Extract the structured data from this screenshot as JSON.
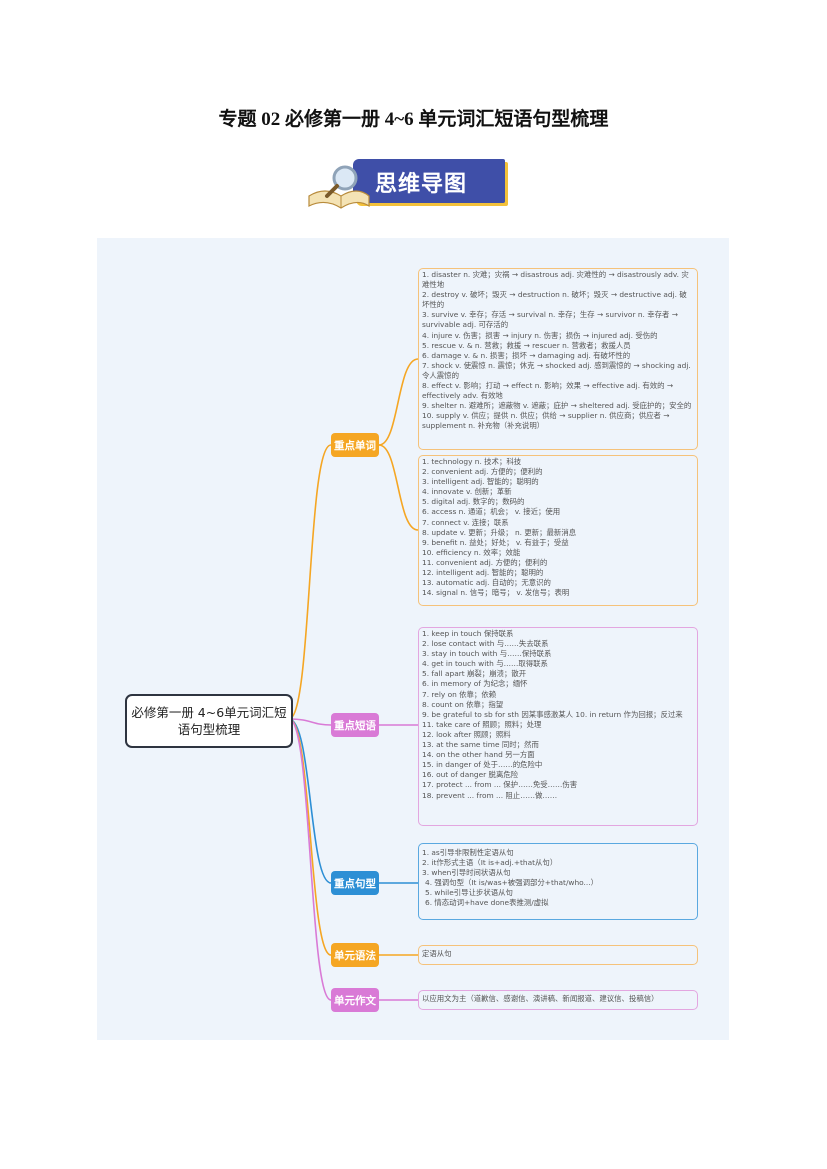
{
  "title": "专题 02  必修第一册  4~6 单元词汇短语句型梳理",
  "badge": {
    "label": "思维导图",
    "icon": "book-magnifier-icon"
  },
  "colors": {
    "orange": "#f5a623",
    "pink": "#d97ad6",
    "blue": "#2d8fd5",
    "panel": "#eef4fb",
    "badge": "#3f4fa8"
  },
  "mindmap": {
    "root": "必修第一册 4~6单元词汇短语句型梳理",
    "branches": [
      {
        "label": "重点单词"
      },
      {
        "label": "重点短语"
      },
      {
        "label": "重点句型"
      },
      {
        "label": "单元语法"
      },
      {
        "label": "单元作文"
      }
    ],
    "words1": [
      "1. disaster n. 灾难；灾祸 → disastrous adj. 灾难性的 → disastrously adv. 灾难性地",
      "2. destroy v. 破坏；毁灭 → destruction n. 破坏；毁灭 → destructive adj. 破坏性的",
      "3. survive v. 幸存；存活 → survival n. 幸存；生存 → survivor n. 幸存者 → survivable adj. 可存活的",
      "4. injure v. 伤害；损害 → injury n. 伤害；损伤 → injured adj. 受伤的",
      "5. rescue v. & n. 营救；救援 → rescuer n. 营救者；救援人员",
      "6. damage v. & n. 损害；损坏 → damaging adj. 有破坏性的",
      "7. shock v. 使震惊 n. 震惊；休克 → shocked adj. 感到震惊的 → shocking adj. 令人震惊的",
      "8. effect v. 影响；打动 → effect n. 影响；效果 → effective adj. 有效的 → effectively adv. 有效地",
      "9. shelter n. 避难所；遮蔽物 v. 遮蔽；庇护 → sheltered adj. 受庇护的；安全的",
      "10. supply v. 供应；提供 n. 供应；供给 → supplier n. 供应商；供应者 → supplement n. 补充物（补充说明）"
    ],
    "words2": [
      "1. technology n. 技术；科技",
      "2. convenient adj. 方便的；便利的",
      "3. intelligent adj. 智能的；聪明的",
      "4. innovate v. 创新；革新",
      "5. digital adj. 数字的；数码的",
      "6. access n. 通道；机会； v. 接近；使用",
      "7. connect v. 连接；联系",
      "8. update v. 更新；升级； n. 更新；最新消息",
      "9. benefit n. 益处；好处； v. 有益于；受益",
      "10. efficiency n. 效率；效能",
      "11. convenient adj. 方便的；便利的",
      "12. intelligent adj. 智能的；聪明的",
      "13. automatic adj. 自动的；无意识的",
      "14. signal n. 信号；暗号； v. 发信号；表明"
    ],
    "phrases": [
      "1. keep in touch 保持联系",
      "2. lose contact with 与……失去联系",
      "3. stay in touch with 与……保持联系",
      "4. get in touch with 与……取得联系",
      "5. fall apart 崩裂；崩溃；散开",
      "6. in memory of 为纪念；缅怀",
      "7. rely on 依靠；依赖",
      "8. count on 依靠；指望",
      "9. be grateful to sb for sth 因某事感激某人    10. in return 作为回报；反过来",
      "11. take care of 照顾；照料；处理",
      "12. look after 照顾；照料",
      "13. at the same time 同时；然而",
      "14. on the other hand 另一方面",
      "15. in danger of 处于……的危险中",
      "16. out of danger 脱离危险",
      "17. protect ... from ... 保护……免受……伤害",
      "18. prevent ... from ... 阻止……做……"
    ],
    "sentences": [
      "1. as引导非限制性定语从句",
      "2. it作形式主语（It is+adj.+that从句）",
      "3. when引导时间状语从句",
      "4. 强调句型（It is/was+被强调部分+that/who...）",
      "5. while引导让步状语从句",
      "6. 情态动词+have done表推测/虚拟"
    ],
    "grammar": "定语从句",
    "writing": "以应用文为主（道歉信、感谢信、演讲稿、新闻报道、建议信、投稿信）"
  }
}
